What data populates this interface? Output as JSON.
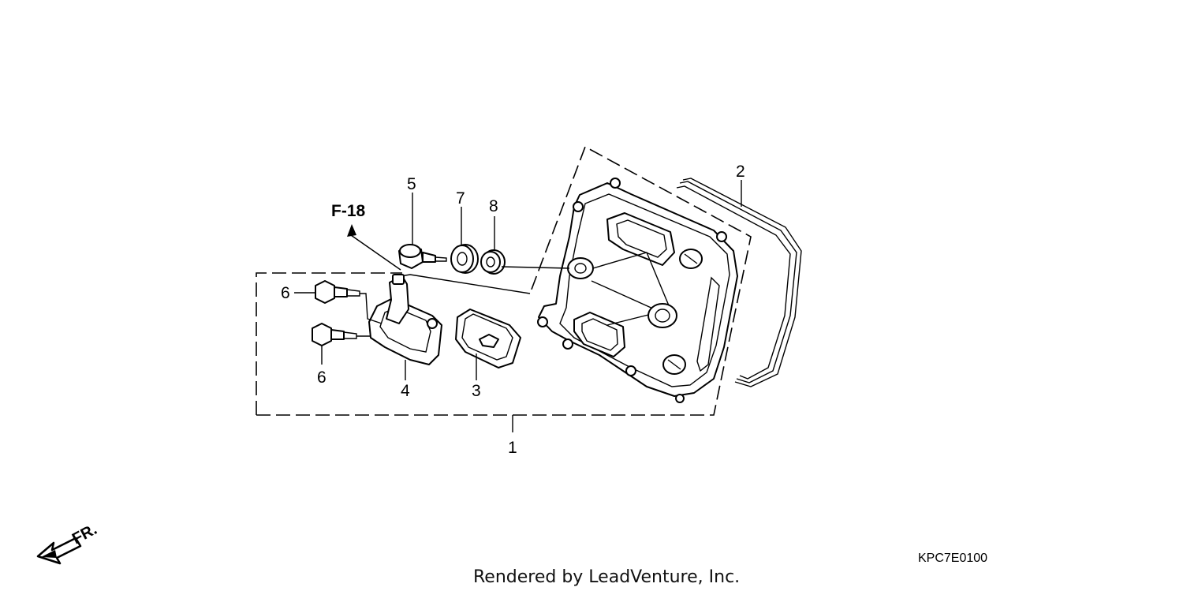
{
  "callouts": {
    "c1": "1",
    "c2": "2",
    "c3": "3",
    "c4": "4",
    "c5": "5",
    "c6a": "6",
    "c6b": "6",
    "c7": "7",
    "c8": "8"
  },
  "reference": "F-18",
  "front_label": "FR.",
  "diagram_code": "KPC7E0100",
  "credit": "Rendered by LeadVenture, Inc."
}
